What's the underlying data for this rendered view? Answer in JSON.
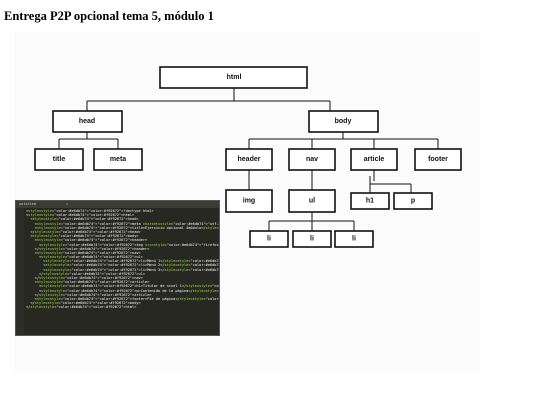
{
  "page_title": "Entrega P2P opcional tema 5, módulo 1",
  "diagram": {
    "nodes": {
      "html": "html",
      "head": "head",
      "body": "body",
      "title": "title",
      "meta": "meta",
      "header": "header",
      "nav": "nav",
      "article": "article",
      "footer": "footer",
      "img": "img",
      "ul": "ul",
      "h1": "h1",
      "p": "p",
      "li1": "li",
      "li2": "li",
      "li3": "li"
    }
  },
  "editor": {
    "tab_label": "untitled",
    "tab_close": "×",
    "lines": [
      "<!doctype html>",
      "<html>",
      "  <head>",
      "    <meta charset=\"utf-8\">",
      "    <title>Ejercicio opcional 4módulo</title>",
      "  </head>",
      "  <body>",
      "    <header>",
      "      <img src=\"firefoxlogo.png\" alt=\"Firefox\" width=\"300\" height=\"100\">",
      "    </header>",
      "    <nav>",
      "      <ul>",
      "        <li>Menú 1</li>",
      "        <li>Menú 2</li>",
      "        <li>Menú 3</li>",
      "      </ul>",
      "    </nav>",
      "    <article>",
      "      <h1>Titular de nivel 1</h1>",
      "      <p>Contenido de la página</p>",
      "    </article>",
      "    <footer>Pie de página</footer>",
      "  </body>",
      "</html>"
    ]
  }
}
